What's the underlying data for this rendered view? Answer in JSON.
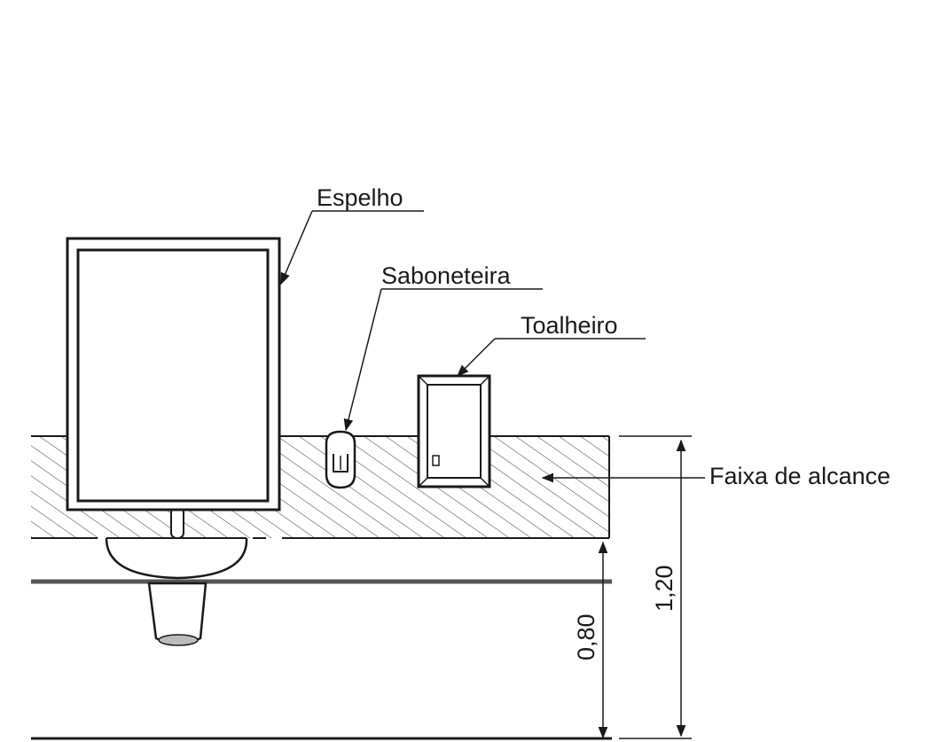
{
  "labels": {
    "mirror": "Espelho",
    "soap_dispenser": "Saboneteira",
    "towel_dispenser": "Toalheiro",
    "reach_band": "Faixa de alcance"
  },
  "dimensions": {
    "sink_height": "0,80",
    "reach_top": "1,20"
  },
  "colors": {
    "line": "#1a1a1a",
    "hatch": "#555555",
    "background": "#ffffff"
  }
}
